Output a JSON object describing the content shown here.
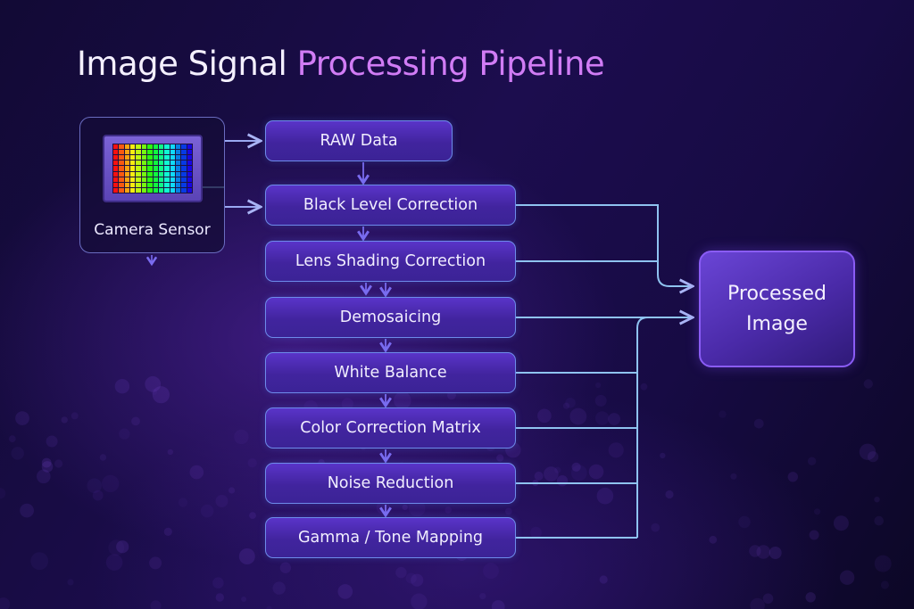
{
  "title": {
    "prefix": "Image Signal",
    "accent": "Processing Pipeline",
    "accent_color": "#d17cf5"
  },
  "source": {
    "label": "Camera Sensor",
    "icon": "sensor-chip-icon"
  },
  "stages": [
    {
      "id": "raw",
      "label": "RAW Data"
    },
    {
      "id": "blc",
      "label": "Black Level Correction"
    },
    {
      "id": "lsc",
      "label": "Lens Shading Correction"
    },
    {
      "id": "demosaic",
      "label": "Demosaicing"
    },
    {
      "id": "wb",
      "label": "White Balance"
    },
    {
      "id": "ccm",
      "label": "Color Correction Matrix"
    },
    {
      "id": "nr",
      "label": "Noise Reduction"
    },
    {
      "id": "gamma",
      "label": "Gamma / Tone Mapping"
    }
  ],
  "output": {
    "line1": "Processed",
    "line2": "Image"
  },
  "edges": [
    {
      "from": "Camera Sensor",
      "to": "RAW Data"
    },
    {
      "from": "Camera Sensor",
      "to": "Black Level Correction"
    },
    {
      "from": "RAW Data",
      "to": "Black Level Correction"
    },
    {
      "from": "Black Level Correction",
      "to": "Lens Shading Correction"
    },
    {
      "from": "Lens Shading Correction",
      "to": "Demosaicing"
    },
    {
      "from": "Demosaicing",
      "to": "White Balance"
    },
    {
      "from": "White Balance",
      "to": "Color Correction Matrix"
    },
    {
      "from": "Color Correction Matrix",
      "to": "Noise Reduction"
    },
    {
      "from": "Noise Reduction",
      "to": "Gamma / Tone Mapping"
    },
    {
      "from": "Black Level Correction",
      "to": "Processed Image"
    },
    {
      "from": "Lens Shading Correction",
      "to": "Processed Image"
    },
    {
      "from": "Demosaicing",
      "to": "Processed Image"
    },
    {
      "from": "White Balance",
      "to": "Processed Image"
    },
    {
      "from": "Color Correction Matrix",
      "to": "Processed Image"
    },
    {
      "from": "Noise Reduction",
      "to": "Processed Image"
    },
    {
      "from": "Gamma / Tone Mapping",
      "to": "Processed Image"
    }
  ],
  "colors": {
    "connector": "#8fc3f0",
    "arrow_down": "#7a6cf0",
    "stage_border": "#6d8bea",
    "output_border": "#8a5cf5"
  }
}
